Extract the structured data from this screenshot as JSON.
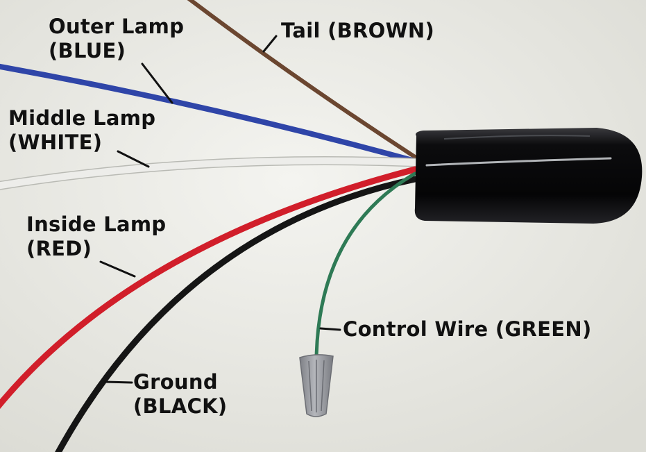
{
  "wires": [
    {
      "id": "tail",
      "lines": [
        "Tail (BROWN)"
      ],
      "color": "#6b4630"
    },
    {
      "id": "outer",
      "lines": [
        "Outer Lamp",
        "(BLUE)"
      ],
      "color": "#2f45a8"
    },
    {
      "id": "middle",
      "lines": [
        "Middle Lamp",
        "(WHITE)"
      ],
      "color": "#ededea"
    },
    {
      "id": "inside",
      "lines": [
        "Inside Lamp",
        "(RED)"
      ],
      "color": "#d11e2a"
    },
    {
      "id": "ground",
      "lines": [
        "Ground",
        "(BLACK)"
      ],
      "color": "#151515"
    },
    {
      "id": "control",
      "lines": [
        "Control Wire (GREEN)"
      ],
      "color": "#2e7a55"
    }
  ],
  "colors": {
    "background": "#e9eae4",
    "module": "#0b0b0d",
    "wire_nut": "#9a9ca2",
    "leader": "#111111"
  }
}
